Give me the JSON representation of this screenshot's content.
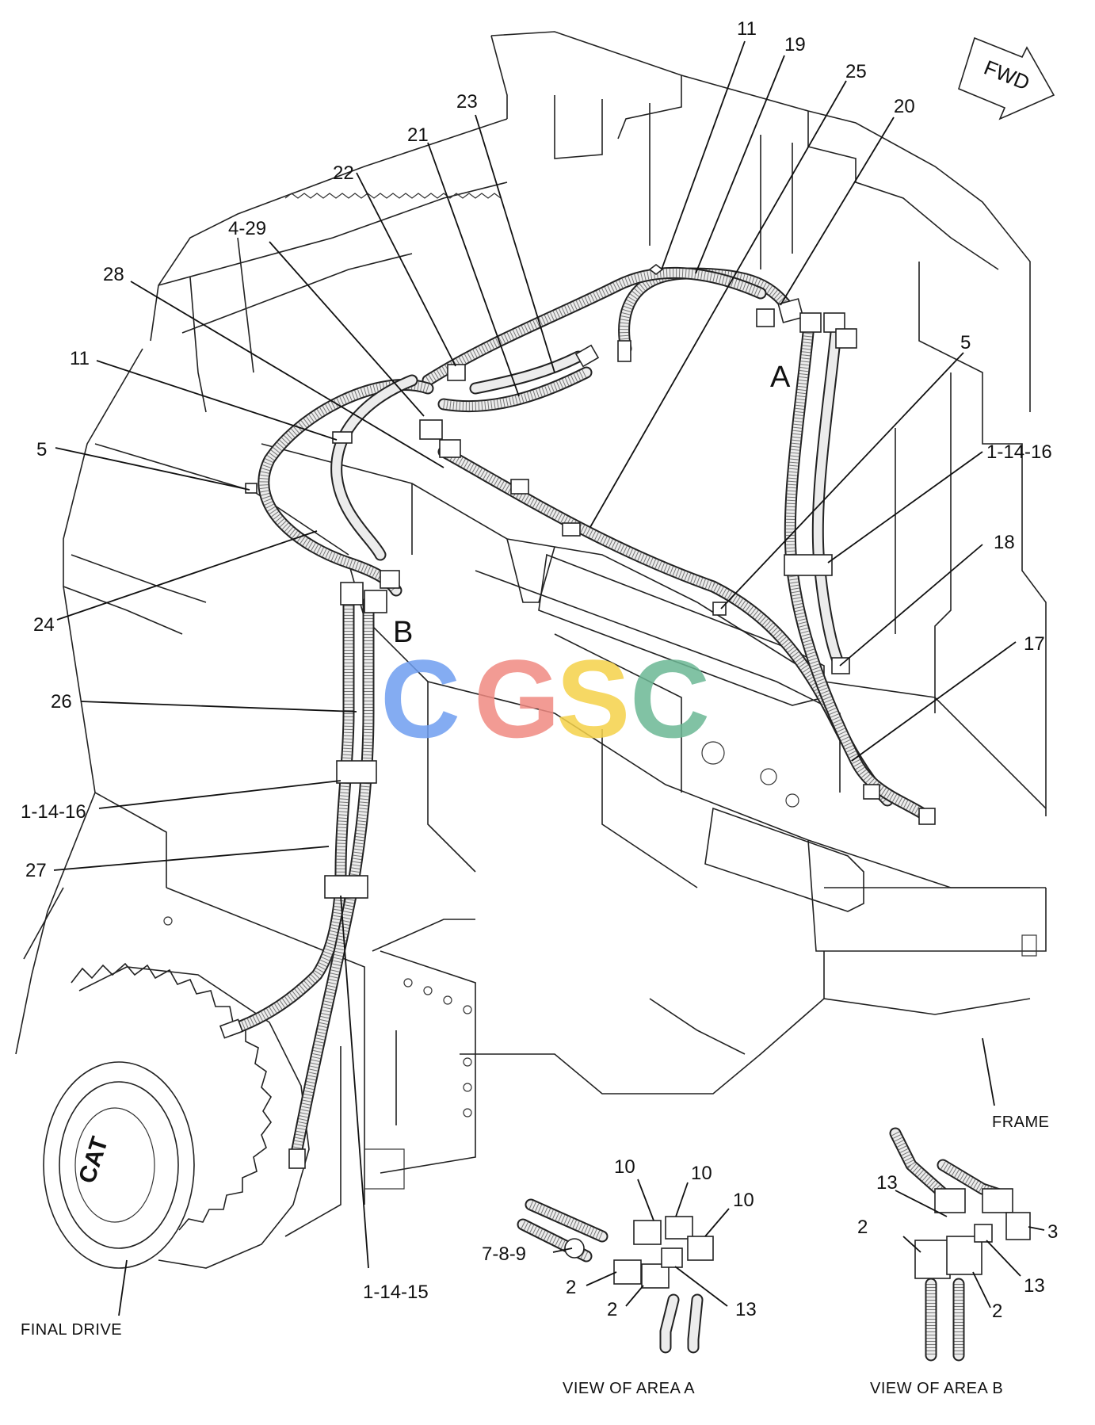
{
  "direction_label": "FWD",
  "area_markers": {
    "a": "A",
    "b": "B"
  },
  "watermark": {
    "text": "CGSC",
    "colors": [
      "#6f9ef0",
      "#f08a82",
      "#f5d24a",
      "#6cb895"
    ]
  },
  "callouts": [
    {
      "id": "c11-top",
      "text": "11"
    },
    {
      "id": "c19",
      "text": "19"
    },
    {
      "id": "c25",
      "text": "25"
    },
    {
      "id": "c20",
      "text": "20"
    },
    {
      "id": "c23",
      "text": "23"
    },
    {
      "id": "c21",
      "text": "21"
    },
    {
      "id": "c22",
      "text": "22"
    },
    {
      "id": "c4-29",
      "text": "4-29"
    },
    {
      "id": "c28",
      "text": "28"
    },
    {
      "id": "c11-left",
      "text": "11"
    },
    {
      "id": "c5-left",
      "text": "5"
    },
    {
      "id": "c5-right",
      "text": "5"
    },
    {
      "id": "c1-14-16-right",
      "text": "1-14-16"
    },
    {
      "id": "c18",
      "text": "18"
    },
    {
      "id": "c17",
      "text": "17"
    },
    {
      "id": "c24",
      "text": "24"
    },
    {
      "id": "c26",
      "text": "26"
    },
    {
      "id": "c1-14-16-left",
      "text": "1-14-16"
    },
    {
      "id": "c27",
      "text": "27"
    },
    {
      "id": "c1-14-15",
      "text": "1-14-15"
    }
  ],
  "labels": {
    "frame": "FRAME",
    "final_drive": "FINAL DRIVE",
    "view_a": "VIEW OF AREA  A",
    "view_b": "VIEW OF AREA B",
    "hub_logo": "CAT"
  },
  "view_a_callouts": [
    {
      "id": "a10-1",
      "text": "10"
    },
    {
      "id": "a10-2",
      "text": "10"
    },
    {
      "id": "a10-3",
      "text": "10"
    },
    {
      "id": "a7-8-9",
      "text": "7-8-9"
    },
    {
      "id": "a2-1",
      "text": "2"
    },
    {
      "id": "a2-2",
      "text": "2"
    },
    {
      "id": "a13",
      "text": "13"
    }
  ],
  "view_b_callouts": [
    {
      "id": "b13-top",
      "text": "13"
    },
    {
      "id": "b2-left",
      "text": "2"
    },
    {
      "id": "b3",
      "text": "3"
    },
    {
      "id": "b13-right",
      "text": "13"
    },
    {
      "id": "b2-bottom",
      "text": "2"
    }
  ]
}
